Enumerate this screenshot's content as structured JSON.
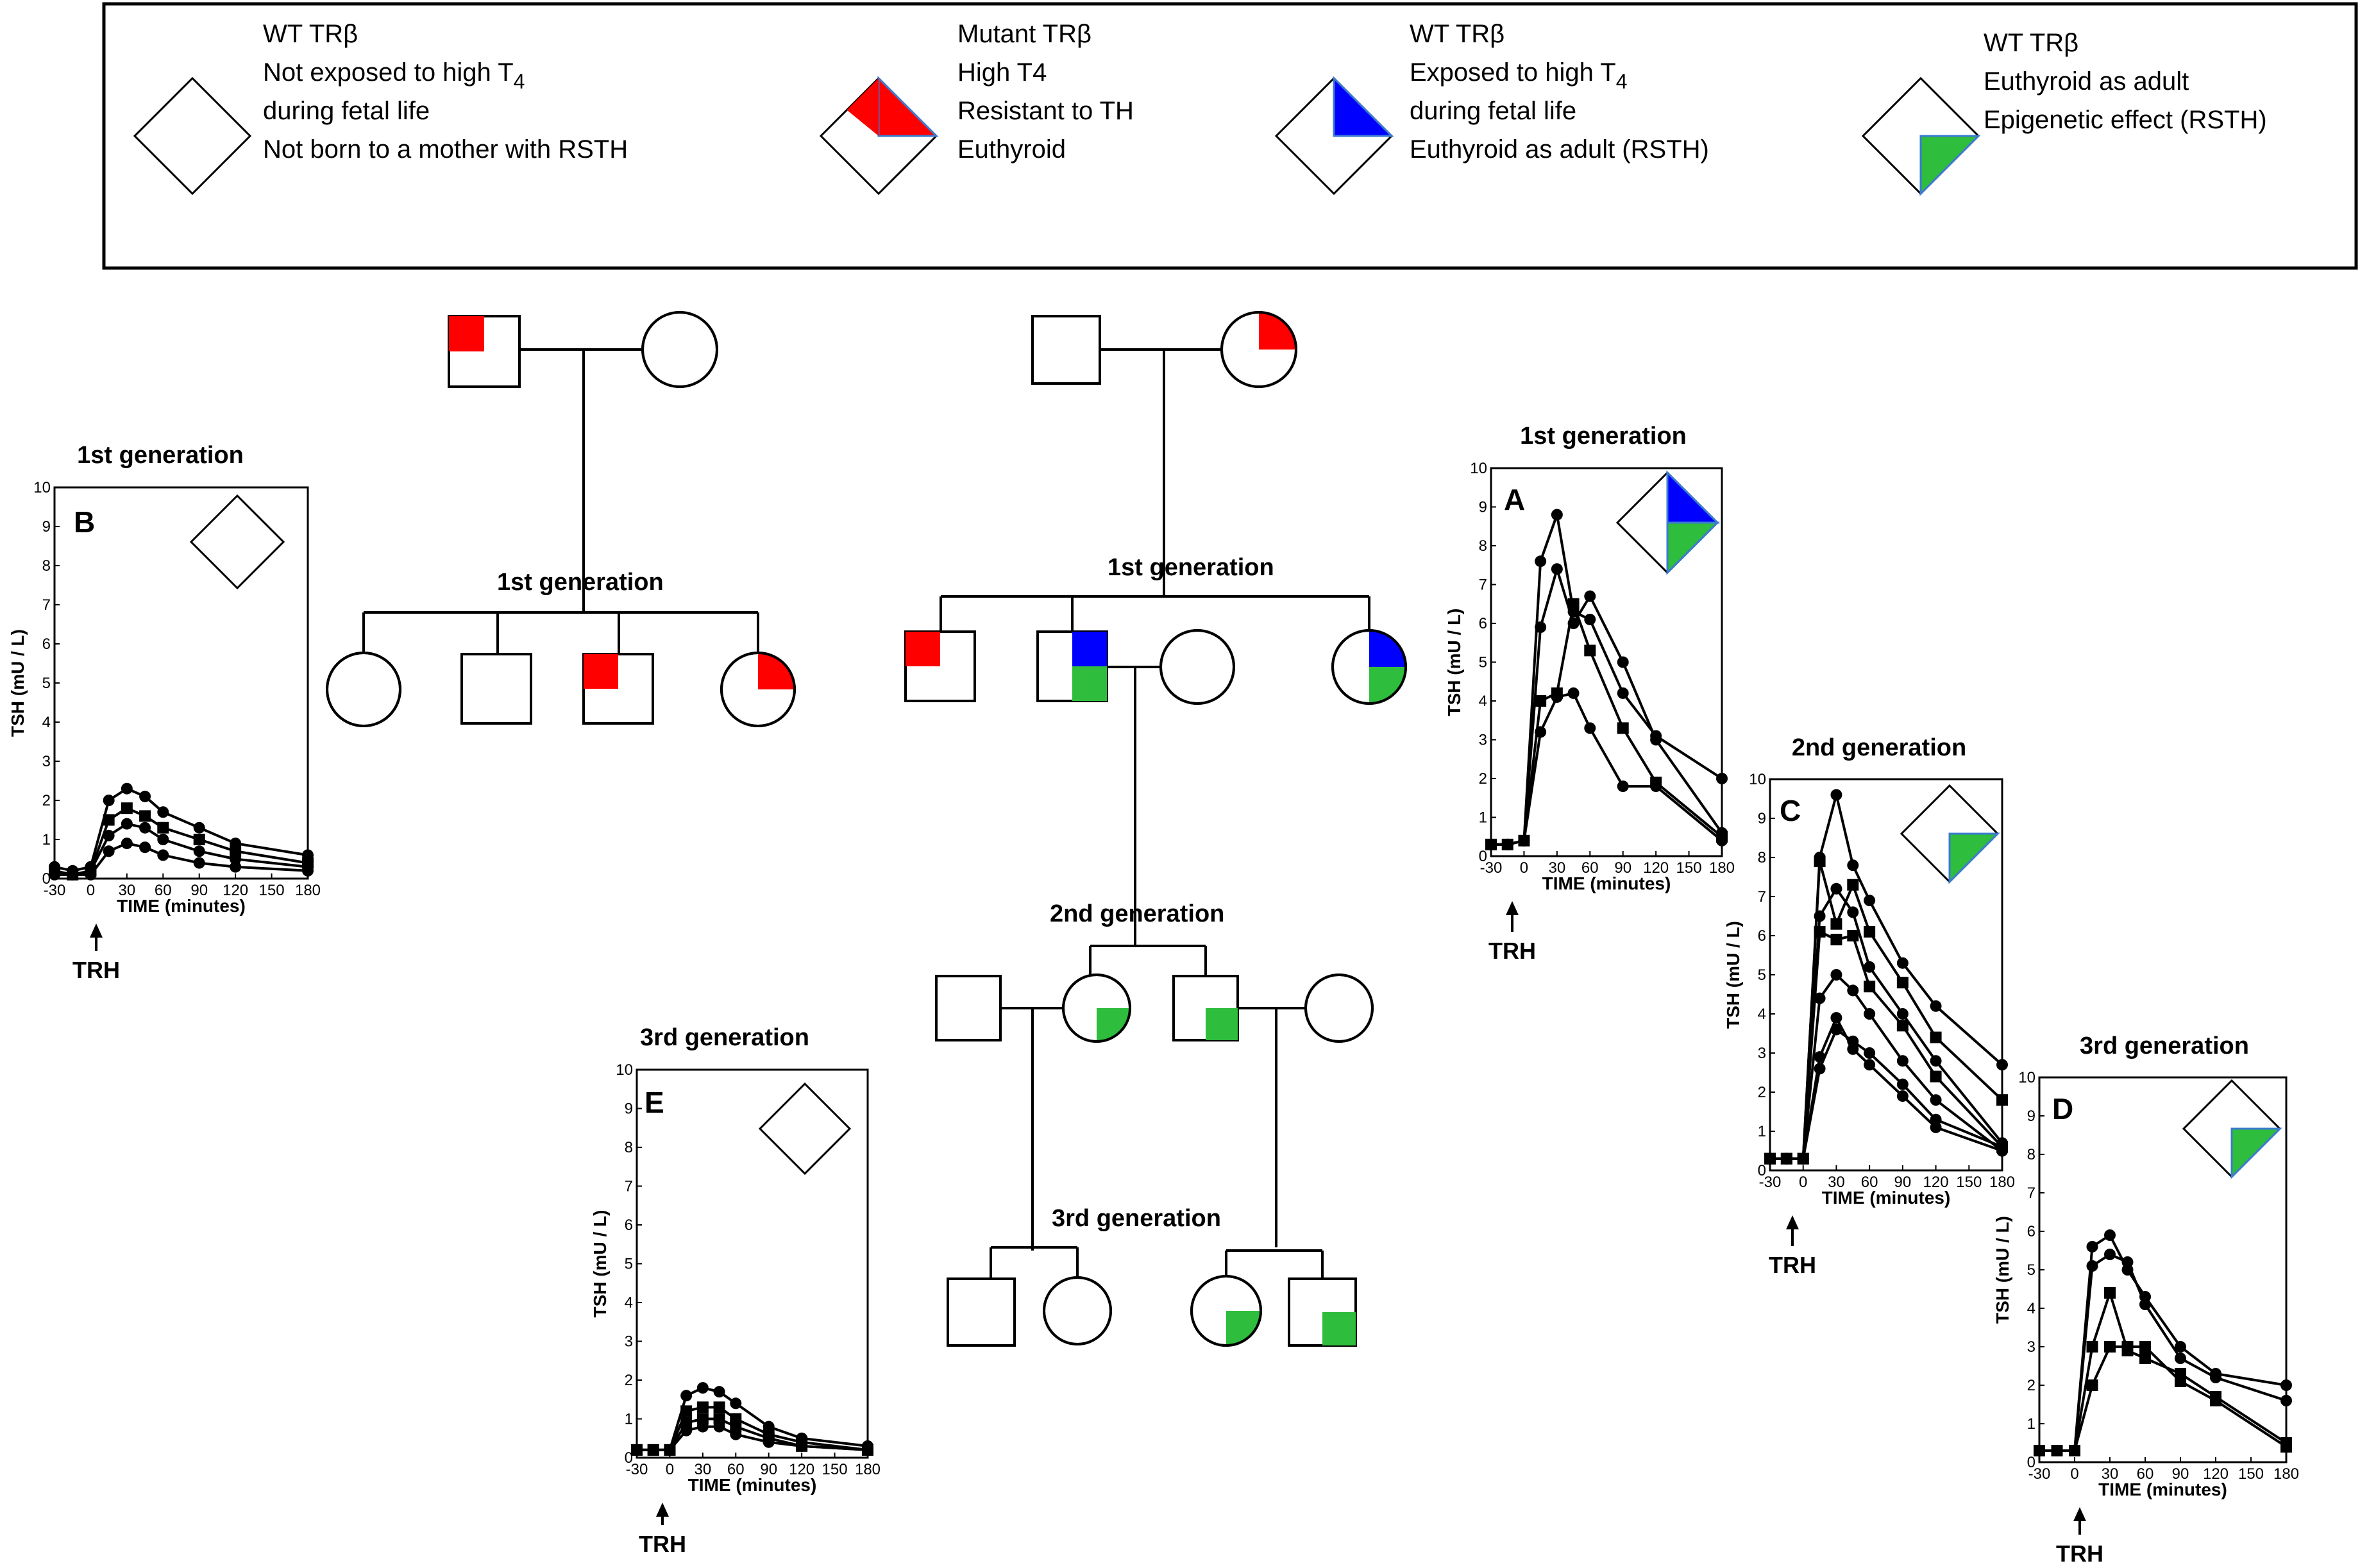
{
  "legend": {
    "items": [
      {
        "lines": [
          "WT TRβ",
          "Not exposed to high T4",
          "during fetal life",
          "Not born to a mother with RSTH"
        ],
        "symbol": "empty"
      },
      {
        "lines": [
          "Mutant TRβ",
          "High T4",
          "Resistant to TH",
          "Euthyroid"
        ],
        "symbol": "red"
      },
      {
        "lines": [
          "WT TRβ",
          "Exposed to high T4",
          "during fetal life",
          "Euthyroid as adult  (RSTH)"
        ],
        "symbol": "blue"
      },
      {
        "lines": [
          "WT TRβ",
          "Euthyroid as adult",
          "Epigenetic effect (RSTH)"
        ],
        "symbol": "green"
      }
    ]
  },
  "pedigree": {
    "gen1_label": "1st generation",
    "gen1b_label": "1st generation",
    "gen2_label": "2nd generation",
    "gen3_label": "3rd generation"
  },
  "colors": {
    "red": "#ff0000",
    "blue": "#0000ff",
    "green": "#2ebd3c",
    "edge": "#3b7bd0"
  },
  "chart_data": [
    {
      "panel": "B",
      "type": "line",
      "title": "1st generation",
      "xlabel": "TIME (minutes)",
      "ylabel": "TSH (mU / L)",
      "x": [
        -30,
        -15,
        0,
        15,
        30,
        45,
        60,
        90,
        120,
        180
      ],
      "ylim": [
        0,
        10
      ],
      "xlim": [
        -30,
        180
      ],
      "symbol": "empty",
      "arrow_label": "TRH",
      "series": [
        {
          "marker": "circle",
          "values": [
            0.3,
            0.2,
            0.3,
            2.0,
            2.3,
            2.1,
            1.7,
            1.3,
            0.9,
            0.6
          ]
        },
        {
          "marker": "square",
          "values": [
            0.2,
            0.1,
            0.2,
            1.5,
            1.8,
            1.6,
            1.3,
            1.0,
            0.7,
            0.4
          ]
        },
        {
          "marker": "circle",
          "values": [
            0.2,
            0.1,
            0.2,
            1.1,
            1.4,
            1.3,
            1.0,
            0.7,
            0.5,
            0.3
          ]
        },
        {
          "marker": "circle",
          "values": [
            0.1,
            0.1,
            0.1,
            0.7,
            0.9,
            0.8,
            0.6,
            0.4,
            0.3,
            0.2
          ]
        }
      ]
    },
    {
      "panel": "A",
      "type": "line",
      "title": "1st generation",
      "xlabel": "TIME (minutes)",
      "ylabel": "TSH (mU / L)",
      "x": [
        -30,
        -15,
        0,
        15,
        30,
        45,
        60,
        90,
        120,
        180
      ],
      "ylim": [
        0,
        10
      ],
      "xlim": [
        -30,
        180
      ],
      "symbol": "blue_green",
      "arrow_label": "TRH",
      "series": [
        {
          "marker": "circle",
          "values": [
            0.3,
            0.3,
            0.4,
            7.6,
            8.8,
            6.3,
            6.1,
            4.2,
            3.1,
            2.0
          ]
        },
        {
          "marker": "circle",
          "values": [
            0.3,
            0.3,
            0.4,
            5.9,
            7.4,
            6.0,
            6.7,
            5.0,
            3.0,
            0.6
          ]
        },
        {
          "marker": "square",
          "values": [
            0.3,
            0.3,
            0.4,
            4.0,
            4.2,
            6.5,
            5.3,
            3.3,
            1.9,
            0.5
          ]
        },
        {
          "marker": "circle",
          "values": [
            0.3,
            0.3,
            0.4,
            3.2,
            4.1,
            4.2,
            3.3,
            1.8,
            1.8,
            0.4
          ]
        }
      ]
    },
    {
      "panel": "C",
      "type": "line",
      "title": "2nd generation",
      "xlabel": "TIME (minutes)",
      "ylabel": "TSH (mU / L)",
      "x": [
        -30,
        -15,
        0,
        15,
        30,
        45,
        60,
        90,
        120,
        180
      ],
      "ylim": [
        0,
        10
      ],
      "xlim": [
        -30,
        180
      ],
      "symbol": "green",
      "arrow_label": "TRH",
      "series": [
        {
          "marker": "circle",
          "values": [
            0.3,
            0.3,
            0.3,
            8.0,
            9.6,
            7.8,
            6.9,
            5.3,
            4.2,
            2.7
          ]
        },
        {
          "marker": "square",
          "values": [
            0.3,
            0.3,
            0.3,
            7.9,
            6.3,
            7.3,
            6.1,
            4.8,
            3.4,
            1.8
          ]
        },
        {
          "marker": "circle",
          "values": [
            0.3,
            0.3,
            0.3,
            6.5,
            7.2,
            6.6,
            5.2,
            4.0,
            2.8,
            0.7
          ]
        },
        {
          "marker": "square",
          "values": [
            0.3,
            0.3,
            0.3,
            6.1,
            5.9,
            6.0,
            4.7,
            3.7,
            2.4,
            0.6
          ]
        },
        {
          "marker": "circle",
          "values": [
            0.3,
            0.3,
            0.3,
            4.4,
            5.0,
            4.6,
            4.0,
            2.8,
            1.8,
            0.5
          ]
        },
        {
          "marker": "circle",
          "values": [
            0.3,
            0.3,
            0.3,
            2.6,
            3.6,
            3.3,
            3.0,
            2.2,
            1.3,
            0.6
          ]
        },
        {
          "marker": "circle",
          "values": [
            0.3,
            0.3,
            0.3,
            2.9,
            3.9,
            3.1,
            2.7,
            1.9,
            1.1,
            0.5
          ]
        }
      ]
    },
    {
      "panel": "D",
      "type": "line",
      "title": "3rd generation",
      "xlabel": "TIME (minutes)",
      "ylabel": "TSH (mU / L)",
      "x": [
        -30,
        -15,
        0,
        15,
        30,
        45,
        60,
        90,
        120,
        180
      ],
      "ylim": [
        0,
        10
      ],
      "xlim": [
        -30,
        180
      ],
      "symbol": "green",
      "arrow_label": "TRH",
      "series": [
        {
          "marker": "circle",
          "values": [
            0.3,
            0.3,
            0.3,
            5.6,
            5.9,
            5.0,
            4.3,
            3.0,
            2.3,
            2.0
          ]
        },
        {
          "marker": "circle",
          "values": [
            0.3,
            0.3,
            0.3,
            5.1,
            5.4,
            5.2,
            4.1,
            2.7,
            2.2,
            1.6
          ]
        },
        {
          "marker": "square",
          "values": [
            0.3,
            0.3,
            0.3,
            3.0,
            4.4,
            2.9,
            2.7,
            2.3,
            1.7,
            0.5
          ]
        },
        {
          "marker": "square",
          "values": [
            0.3,
            0.3,
            0.3,
            2.0,
            3.0,
            3.0,
            3.0,
            2.1,
            1.6,
            0.4
          ]
        }
      ]
    },
    {
      "panel": "E",
      "type": "line",
      "title": "3rd generation",
      "xlabel": "TIME (minutes)",
      "ylabel": "TSH (mU / L)",
      "x": [
        -30,
        -15,
        0,
        15,
        30,
        45,
        60,
        90,
        120,
        180
      ],
      "ylim": [
        0,
        10
      ],
      "xlim": [
        -30,
        180
      ],
      "symbol": "empty",
      "arrow_label": "TRH",
      "series": [
        {
          "marker": "circle",
          "values": [
            0.2,
            0.2,
            0.2,
            1.6,
            1.8,
            1.7,
            1.4,
            0.8,
            0.5,
            0.3
          ]
        },
        {
          "marker": "square",
          "values": [
            0.2,
            0.2,
            0.2,
            1.2,
            1.3,
            1.3,
            1.0,
            0.6,
            0.4,
            0.2
          ]
        },
        {
          "marker": "square",
          "values": [
            0.2,
            0.2,
            0.2,
            0.9,
            1.0,
            1.0,
            0.8,
            0.5,
            0.3,
            0.2
          ]
        },
        {
          "marker": "circle",
          "values": [
            0.2,
            0.2,
            0.2,
            0.7,
            0.8,
            0.8,
            0.6,
            0.4,
            0.3,
            0.2
          ]
        }
      ]
    }
  ]
}
